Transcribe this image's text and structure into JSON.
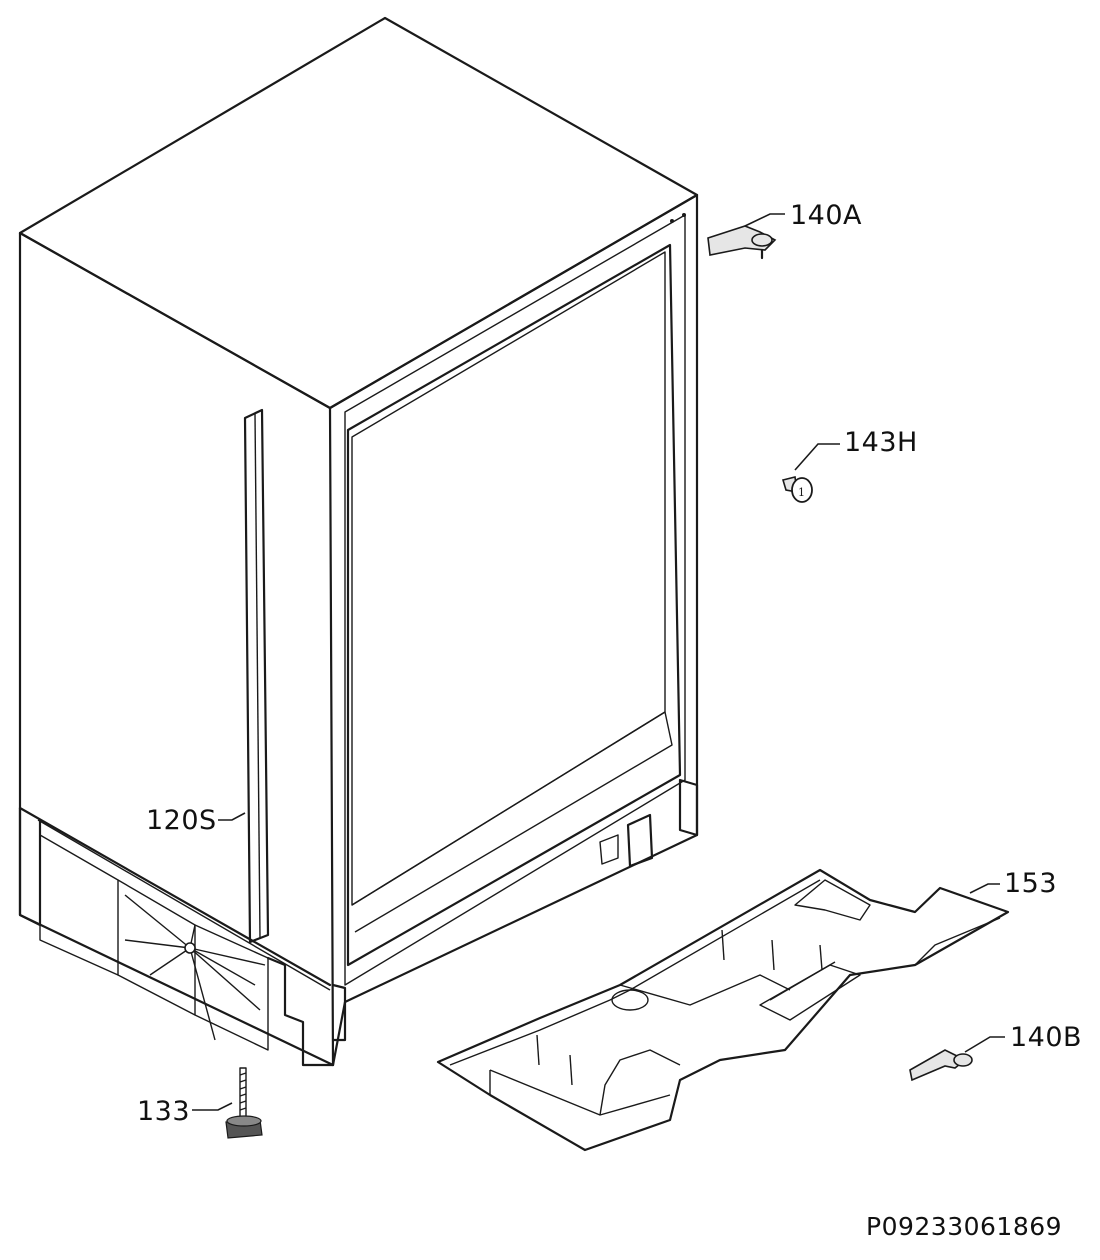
{
  "diagram": {
    "reference_code": "P09233061869",
    "parts": [
      {
        "id": "p140a",
        "label": "140A"
      },
      {
        "id": "p143h",
        "label": "143H"
      },
      {
        "id": "p120s",
        "label": "120S"
      },
      {
        "id": "p153",
        "label": "153"
      },
      {
        "id": "p140b",
        "label": "140B"
      },
      {
        "id": "p133",
        "label": "133"
      }
    ]
  }
}
